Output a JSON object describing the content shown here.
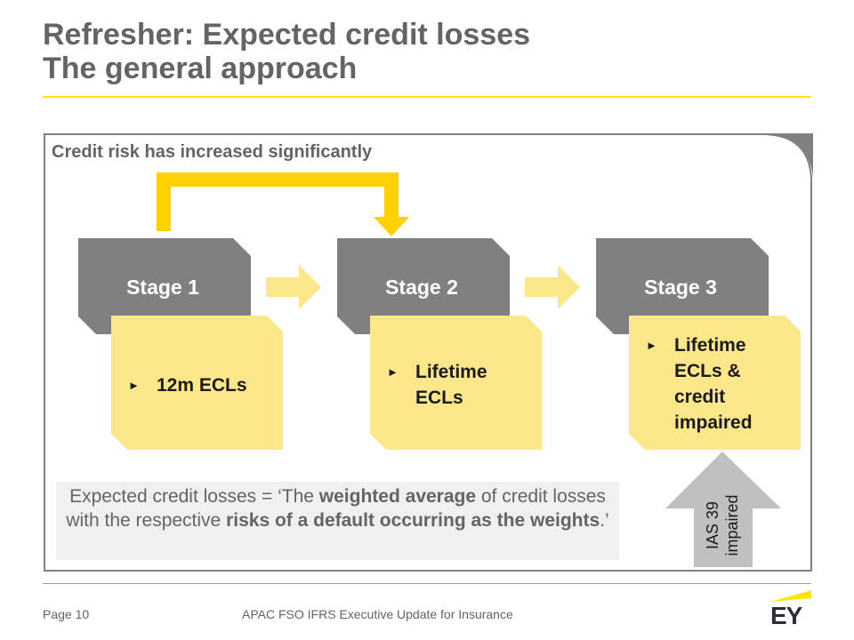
{
  "slide": {
    "title_line1": "Refresher: Expected credit losses",
    "title_line2": "The general approach"
  },
  "diagram": {
    "frame_label": "Credit risk has increased significantly",
    "stages": [
      {
        "label": "Stage 1",
        "note_lines": [
          "12m ECLs"
        ]
      },
      {
        "label": "Stage 2",
        "note_lines": [
          "Lifetime",
          "ECLs"
        ]
      },
      {
        "label": "Stage 3",
        "note_lines": [
          "Lifetime",
          "ECLs &",
          "credit",
          "impaired"
        ]
      }
    ],
    "bullet_glyph": "►",
    "quote": {
      "part1": "Expected credit losses = ‘The ",
      "bold1": "weighted average",
      "part2": " of credit losses with the respective ",
      "bold2": "risks of a default occurring as the weights",
      "part3": ".’"
    },
    "ias_label_line1": "IAS 39",
    "ias_label_line2": "impaired"
  },
  "footer": {
    "page": "Page 10",
    "presentation_title": "APAC FSO IFRS Executive Update for Insurance",
    "logo_text": "EY"
  },
  "colors": {
    "title_gray": "#646464",
    "accent_yellow": "#ffe600",
    "arrow_yellow": "#ffd100",
    "note_yellow": "#fce88a",
    "stage_gray": "#808080",
    "frame_gray": "#808080",
    "quote_bg": "#f0f0f0",
    "ias_arrow": "#c0c0c0"
  }
}
